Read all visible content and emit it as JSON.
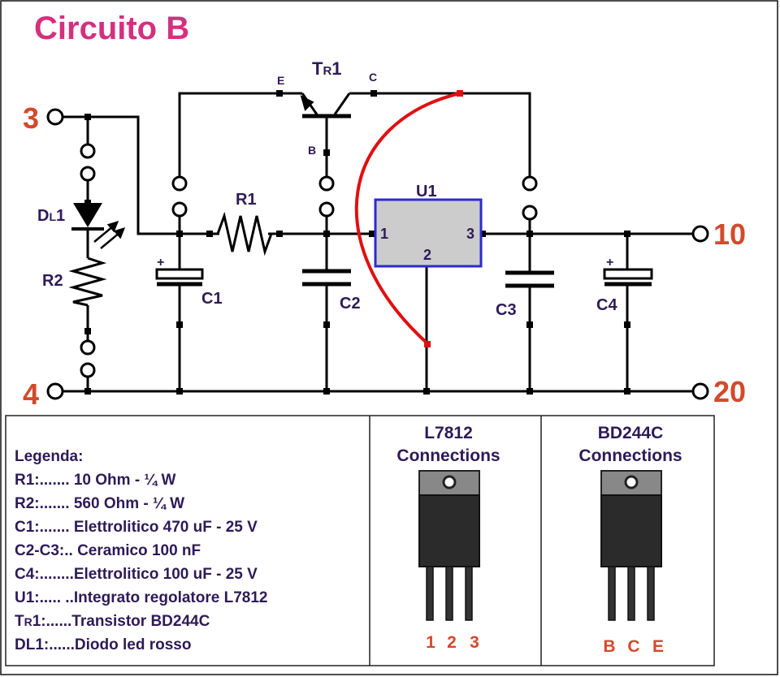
{
  "title": "Circuito B",
  "colors": {
    "title": "#d4307f",
    "wire": "#000000",
    "label": "#2e1a57",
    "terminal_num": "#d24a2c",
    "red_wire": "#e01010",
    "u1_fill": "#cccccc",
    "u1_border": "#2d2ad1"
  },
  "terminals": {
    "t3": "3",
    "t4": "4",
    "t10": "10",
    "t20": "20"
  },
  "components": {
    "tr1_prefix": "T",
    "tr1_small": "R",
    "tr1_suffix": "1",
    "tr1_e": "E",
    "tr1_c": "C",
    "tr1_b": "B",
    "dl1_prefix": "D",
    "dl1_small": "L",
    "dl1_suffix": "1",
    "r1": "R1",
    "r2": "R2",
    "c1": "C1",
    "c2": "C2",
    "c3": "C3",
    "c4": "C4",
    "u1": "U1",
    "u1_pin1": "1",
    "u1_pin2": "2",
    "u1_pin3": "3",
    "plus": "+"
  },
  "legend": {
    "heading": "Legenda:",
    "lines": [
      "R1:....... 10 Ohm - ¼ W",
      "R2:....... 560 Ohm - ¼ W",
      "C1:....... Elettrolitico 470 uF - 25 V",
      "C2-C3:.. Ceramico 100 nF",
      "C4:........Elettrolitico 100 uF - 25 V",
      "U1:..... ..Integrato regolatore L7812"
    ],
    "tr1_prefix": "T",
    "tr1_small": "R",
    "tr1_rest": "1:......Transistor BD244C",
    "dl1_line": "DL1:......Diodo led rosso"
  },
  "packages": [
    {
      "title_1": "L7812",
      "title_2": "Connections",
      "pins": [
        "1",
        "2",
        "3"
      ]
    },
    {
      "title_1": "BD244C",
      "title_2": "Connections",
      "pins": [
        "B",
        "C",
        "E"
      ]
    }
  ]
}
